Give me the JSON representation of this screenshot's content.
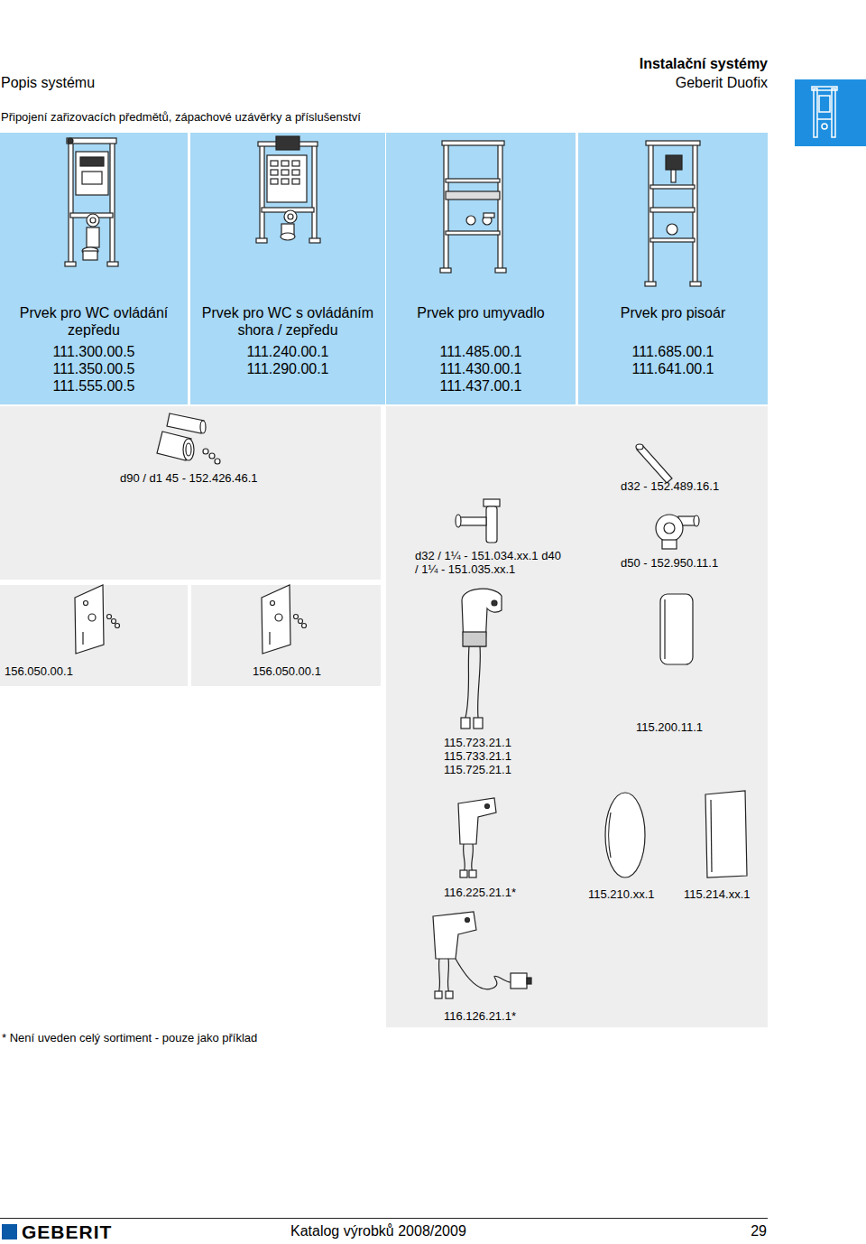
{
  "diagram": {
    "nodes": [
      {
        "text": [
          "Prvek pro WC ovládání zepředu",
          "111.300.00.5 111.350.00.5 111.555.00.5"
        ]
      },
      {
        "text": [
          "Prvek pro WC s ovládáním shora / zepředu",
          "111.240.00.1 111.290.00.1"
        ]
      },
      {
        "text": [
          "Prvek pro umyvadlo",
          "111.485.00.1 111.430.00.1 111.437.00.1"
        ]
      },
      {
        "text": [
          "Prvek pro pisoár",
          "111.685.00.1 111.641.00.1"
        ]
      },
      {
        "text": [
          "d90 / d1 45 - 152.426.46.1"
        ]
      },
      {
        "text": [
          "d32 - 152.489.16.1",
          "d32 / 1¼ - 151.034.xx.1 d40 / 1¼ - 151.035.xx.1",
          "d50 - 152.950.11.1",
          "115.200.11.1",
          "115.723.21.1 115.733.21.1 115.725.21.1",
          "116.225.21.1*",
          "115.210.xx.1",
          "115.214.xx.1",
          "116.126.21.1*"
        ]
      },
      {
        "text": [
          "156.050.00.1"
        ]
      },
      {
        "text": [
          "156.050.00.1"
        ]
      }
    ],
    "labels": [
      "Instalační systémy",
      "Popis systému",
      "Geberit Duofix",
      "Připojení zařizovacích předmětů, zápachové uzávěrky a příslušenství",
      "* Není uveden celý sortiment - pouze jako příklad",
      "GEBERIT",
      "Katalog výrobků 2008/2009",
      "29"
    ]
  }
}
